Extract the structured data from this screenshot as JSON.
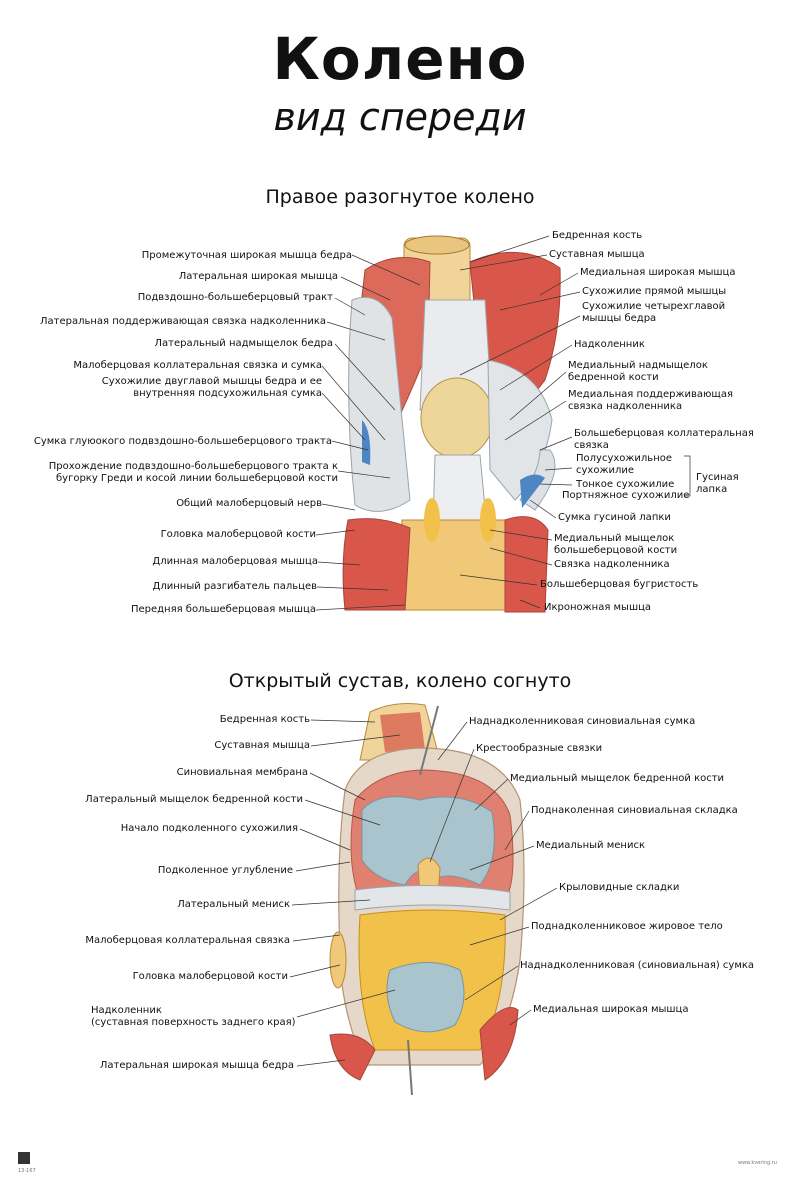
{
  "title": "Колено",
  "subtitle": "вид спереди",
  "section1": {
    "heading": "Правое разогнутое колено",
    "left_labels": [
      "Промежуточная широкая мышца бедра",
      "Латеральная широкая мышца",
      "Подвздошно-большеберцовый тракт",
      "Латеральная поддерживающая связка надколенника",
      "Латеральный надмыщелок бедра",
      "Малоберцовая коллатеральная связка и сумка",
      "Сухожилие двуглавой мышцы бедра и ее\nвнутренняя подсухожильная сумка",
      "Сумка глуюокого подвздошно-большеберцового тракта",
      "Прохождение подвздошно-большеберцового тракта к\nбугорку Греди и косой линии большеберцовой кости",
      "Общий малоберцовый нерв",
      "Головка малоберцовой кости",
      "Длинная малоберцовая мышца",
      "Длинный разгибатель пальцев",
      "Передняя большеберцовая мышца"
    ],
    "right_labels": [
      "Бедренная кость",
      "Суставная мышца",
      "Медиальная широкая мышца",
      "Сухожилие прямой мышцы",
      "Сухожилие четырехглавой\nмышцы бедра",
      "Надколенник",
      "Медиальный надмыщелок\nбедренной кости",
      "Медиальная поддерживающая\nсвязка надколенника",
      "Большеберцовая коллатеральная\nсвязка",
      "Полусухожильное\nсухожилие",
      "Тонкое сухожилие",
      "Портняжное сухожилие",
      "Сумка гусиной лапки",
      "Медиальный мыщелок\nбольшеберцовой кости",
      "Связка надколенника",
      "Большеберцовая бугристость",
      "Икроножная мышца"
    ],
    "bracket_label": "Гусиная\nлапка"
  },
  "section2": {
    "heading": "Открытый сустав, колено согнуто",
    "left_labels": [
      "Бедренная кость",
      "Суставная мышца",
      "Синовиальная мембрана",
      "Латеральный мыщелок бедренной кости",
      "Начало подколенного сухожилия",
      "Подколенное углубление",
      "Латеральный мениск",
      "Малоберцовая коллатеральная связка",
      "Головка малоберцовой кости",
      "Надколенник\n(суставная поверхность заднего края)",
      "Латеральная широкая мышца бедра"
    ],
    "right_labels": [
      "Наднадколенниковая синовиальная сумка",
      "Крестообразные связки",
      "Медиальный мыщелок бедренной кости",
      "Поднаколенная синовиальная складка",
      "Медиальный мениск",
      "Крыловидные складки",
      "Поднадколенниковое жировое тело",
      "Наднадколенниковая (синовиальная) сумка",
      "Медиальная широкая мышца"
    ]
  },
  "footer": {
    "code": "13-167",
    "site": "www.kvering.ru"
  },
  "colors": {
    "muscle": "#d9574a",
    "tendon": "#e8e2d8",
    "bone": "#f0c878",
    "cartilage": "#a9c4cc",
    "fat": "#f2c14a",
    "bursa": "#4e86c4"
  }
}
